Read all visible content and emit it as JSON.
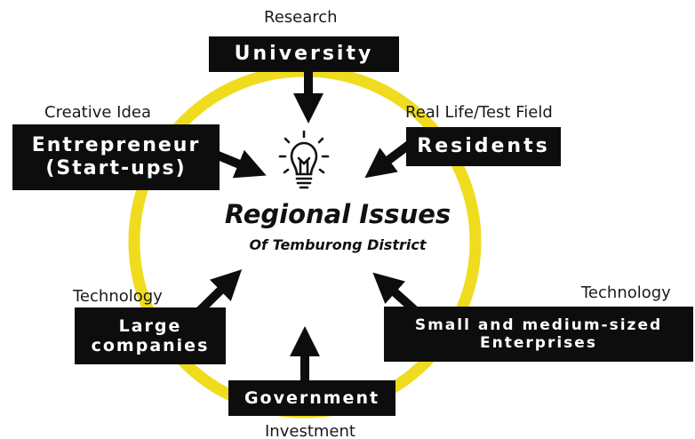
{
  "center": {
    "title": "Regional Issues",
    "subtitle": "Of Temburong District",
    "icon": "lightbulb-idea-icon"
  },
  "colors": {
    "ring": "#f0dc1e",
    "box": "#0d0d0d",
    "box_text": "#ffffff",
    "arrow": "#0d0d0d"
  },
  "actors": {
    "university": {
      "label": "University",
      "caption": "Research"
    },
    "entrepreneur": {
      "label_line1": "Entrepreneur",
      "label_line2": "(Start-ups)",
      "caption": "Creative Idea"
    },
    "residents": {
      "label": "Residents",
      "caption": "Real Life/Test Field"
    },
    "large_companies": {
      "label_line1": "Large",
      "label_line2": "companies",
      "caption": "Technology"
    },
    "sme": {
      "label_line1": "Small and medium-sized",
      "label_line2": "Enterprises",
      "caption": "Technology"
    },
    "government": {
      "label": "Government",
      "caption": "Investment"
    }
  }
}
